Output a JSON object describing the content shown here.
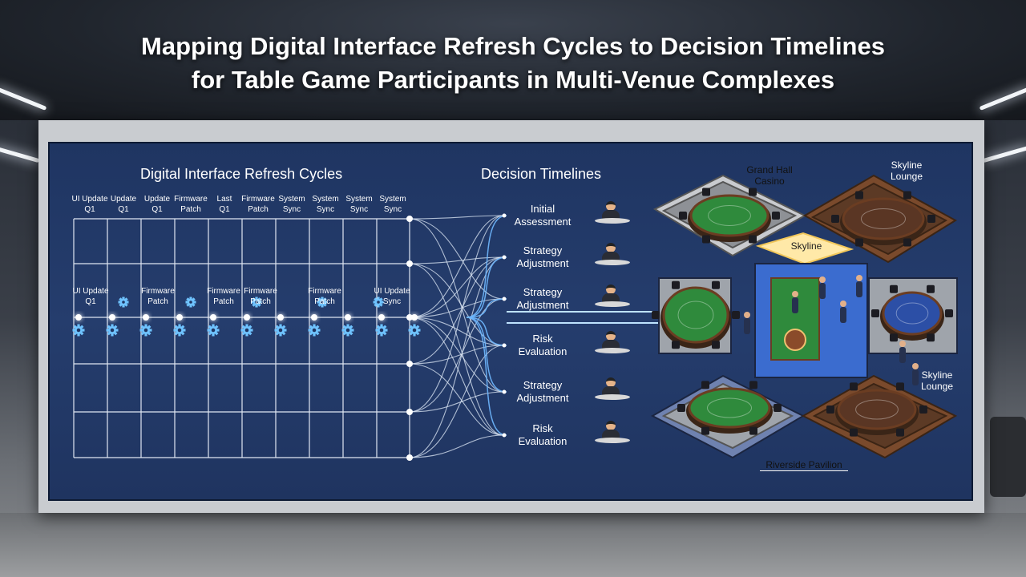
{
  "title": {
    "line1": "Mapping Digital Interface Refresh Cycles to Decision Timelines",
    "line2": "for Table Game Participants in Multi-Venue Complexes"
  },
  "refresh": {
    "heading": "Digital Interface Refresh Cycles",
    "top_labels": [
      {
        "l1": "UI Update",
        "l2": "Q1"
      },
      {
        "l1": "Update",
        "l2": "Q1"
      },
      {
        "l1": "Update",
        "l2": "Q1"
      },
      {
        "l1": "Firmware",
        "l2": "Patch"
      },
      {
        "l1": "Last",
        "l2": "Q1"
      },
      {
        "l1": "Firmware",
        "l2": "Patch"
      },
      {
        "l1": "System",
        "l2": "Sync"
      },
      {
        "l1": "System",
        "l2": "Sync"
      },
      {
        "l1": "System",
        "l2": "Sync"
      },
      {
        "l1": "System",
        "l2": "Sync"
      }
    ],
    "mid_labels": [
      {
        "l1": "UI Update",
        "l2": "Q1"
      },
      {
        "l1": "Firmware",
        "l2": "Patch"
      },
      {
        "l1": "Firmware",
        "l2": "Patch"
      },
      {
        "l1": "Firmware",
        "l2": "Patch"
      },
      {
        "l1": "Firmware",
        "l2": "Patch"
      },
      {
        "l1": "UI Update",
        "l2": "Sync"
      }
    ]
  },
  "decisions": {
    "heading": "Decision Timelines",
    "items": [
      {
        "l1": "Initial",
        "l2": "Assessment"
      },
      {
        "l1": "Strategy",
        "l2": "Adjustment"
      },
      {
        "l1": "Strategy",
        "l2": "Adjustment"
      },
      {
        "l1": "Risk",
        "l2": "Evaluation"
      },
      {
        "l1": "Strategy",
        "l2": "Adjustment"
      },
      {
        "l1": "Risk",
        "l2": "Evaluation"
      }
    ]
  },
  "venues": {
    "grand_hall": {
      "l1": "Grand Hall",
      "l2": "Casino"
    },
    "skyline_top": {
      "l1": "Skyline",
      "l2": "Lounge"
    },
    "skyline_center": "Skyline",
    "skyline_bottom": {
      "l1": "Skyline",
      "l2": "Lounge"
    },
    "riverside": "Riverside Pavilion"
  },
  "colors": {
    "screen_bg": "#243b6b",
    "glow": "#7fc4ff",
    "felt_green": "#2f8a3c",
    "felt_blue": "#2c4fa6",
    "wood": "#7a4a2c"
  },
  "icons": [
    "gear-icon",
    "player-icon",
    "card-table-icon"
  ]
}
